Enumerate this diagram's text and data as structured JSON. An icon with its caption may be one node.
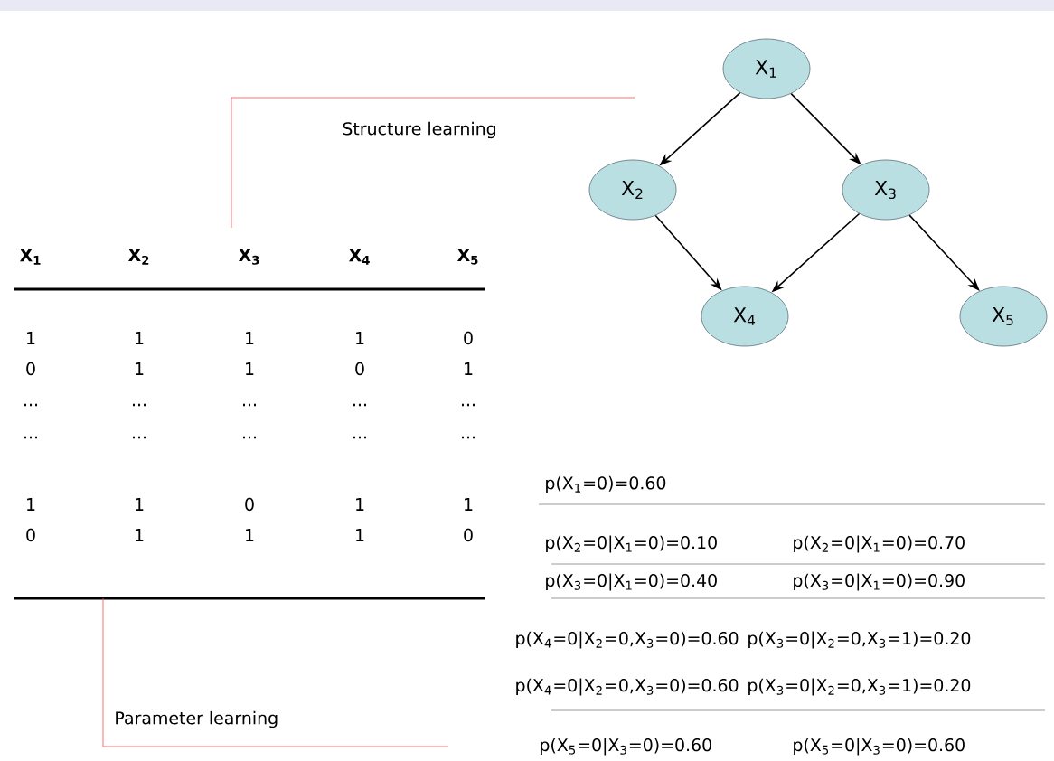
{
  "diagram": {
    "nodes": [
      {
        "text": [
          "X$_{1}$"
        ]
      },
      {
        "text": [
          "X$_{2}$"
        ]
      },
      {
        "text": [
          "X$_{3}$"
        ]
      },
      {
        "text": [
          "X$_{4}$"
        ]
      },
      {
        "text": [
          "X$_{5}$"
        ]
      }
    ],
    "edges": [
      {
        "from": 0,
        "to": 1,
        "arrow": "to"
      },
      {
        "from": 0,
        "to": 2,
        "arrow": "to"
      },
      {
        "from": 1,
        "to": 3,
        "arrow": "to"
      },
      {
        "from": 2,
        "to": 3,
        "arrow": "to"
      },
      {
        "from": 2,
        "to": 4,
        "arrow": "to"
      }
    ],
    "labels": [
      "Structure learning",
      "X$_{1}$",
      "X$_{2}$",
      "X$_{3}$",
      "X$_{4}$",
      "X$_{5}$",
      "1",
      "1",
      "1",
      "1",
      "0",
      "0",
      "1",
      "1",
      "0",
      "1",
      "...",
      "...",
      "...",
      "...",
      "...",
      "...",
      "...",
      "...",
      "...",
      "...",
      "1",
      "1",
      "0",
      "1",
      "1",
      "0",
      "1",
      "1",
      "1",
      "0",
      "p(X$_{1}$=0)=0.60",
      "p(X$_{2}$=0|X$_{1}$=0)=0.10",
      "p(X$_{2}$=0|X$_{1}$=0)=0.70",
      "p(X$_{3}$=0|X$_{1}$=0)=0.40",
      "p(X$_{3}$=0|X$_{1}$=0)=0.90",
      "p(X$_{4}$=0|X$_{2}$=0,X$_{3}$=0)=0.60",
      "p(X$_{3}$=0|X$_{2}$=0,X$_{3}$=1)=0.20",
      "p(X$_{4}$=0|X$_{2}$=0,X$_{3}$=0)=0.60",
      "p(X$_{3}$=0|X$_{2}$=0,X$_{3}$=1)=0.20",
      "Parameter learning",
      "p(X$_{5}$=0|X$_{3}$=0)=0.60",
      "p(X$_{5}$=0|X$_{3}$=0)=0.60"
    ]
  }
}
